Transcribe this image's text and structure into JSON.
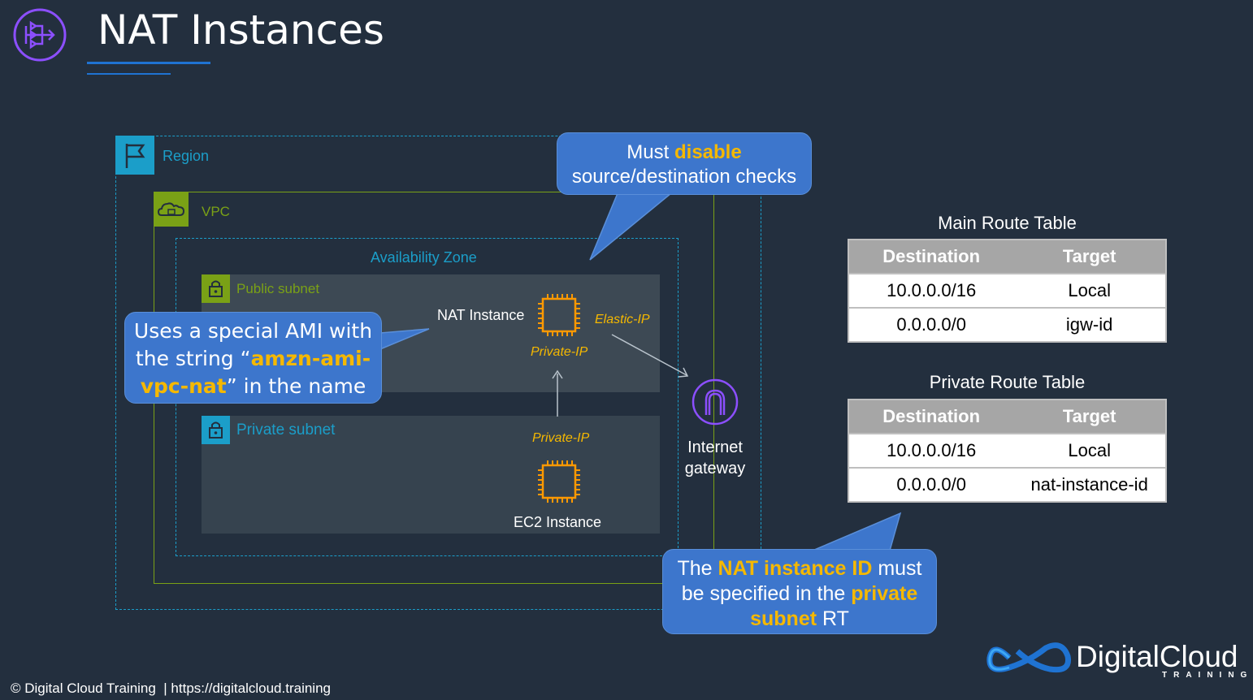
{
  "title": "NAT Instances",
  "diagram": {
    "region_label": "Region",
    "vpc_label": "VPC",
    "az_label": "Availability Zone",
    "public_subnet_label": "Public subnet",
    "private_subnet_label": "Private subnet",
    "nat_instance_label": "NAT Instance",
    "elastic_ip_label": "Elastic-IP",
    "nat_private_ip_label": "Private-IP",
    "ec2_private_ip_label": "Private-IP",
    "ec2_instance_label": "EC2 Instance",
    "igw_label_line1": "Internet",
    "igw_label_line2": "gateway"
  },
  "callouts": {
    "disable": {
      "prefix": "Must ",
      "highlight": "disable",
      "line2": "source/destination checks"
    },
    "ami": {
      "line1": "Uses a special AMI with",
      "line2_pre": "the string “",
      "line2_hl": "amzn-ami-",
      "line3_hl": "vpc-nat",
      "line3_post": "” in the name"
    },
    "natid": {
      "pre": "The ",
      "hl1": "NAT instance ID",
      "mid": " must",
      "line2_pre": "be specified in the ",
      "hl2": "private",
      "hl3": "subnet",
      "post": " RT"
    }
  },
  "main_route_table": {
    "title": "Main Route Table",
    "headers": [
      "Destination",
      "Target"
    ],
    "rows": [
      [
        "10.0.0.0/16",
        "Local"
      ],
      [
        "0.0.0.0/0",
        "igw-id"
      ]
    ]
  },
  "private_route_table": {
    "title": "Private Route Table",
    "headers": [
      "Destination",
      "Target"
    ],
    "rows": [
      [
        "10.0.0.0/16",
        "Local"
      ],
      [
        "0.0.0.0/0",
        "nat-instance-id"
      ]
    ]
  },
  "footer": "© Digital Cloud Training  | https://digitalcloud.training",
  "logo": {
    "name": "DigitalCloud",
    "sub": "TRAINING"
  },
  "colors": {
    "background": "#232f3e",
    "region": "#1b9ec9",
    "vpc": "#7aa116",
    "highlight": "#f5b800",
    "callout": "#3d76cc",
    "igw": "#8c4fff",
    "chip": "#f90"
  }
}
